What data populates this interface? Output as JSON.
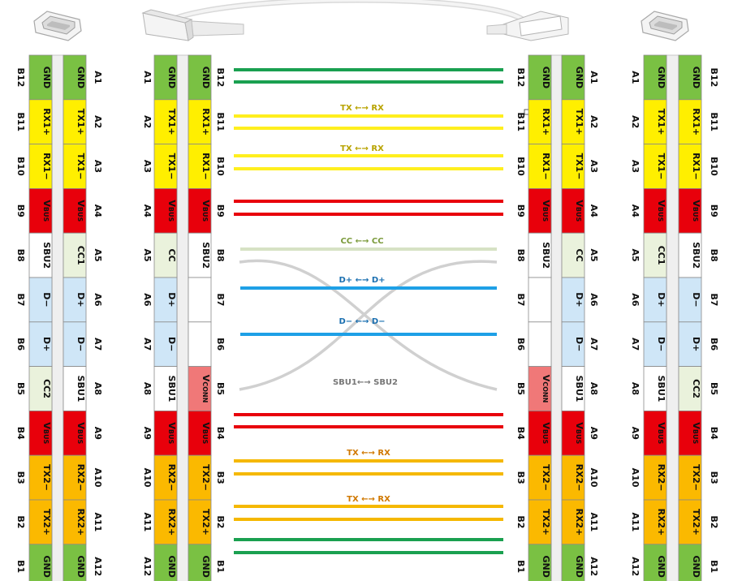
{
  "connectors": [
    {
      "id": "left-port",
      "left_labels": [
        "B12",
        "B11",
        "B10",
        "B9",
        "B8",
        "B7",
        "B6",
        "B5",
        "B4",
        "B3",
        "B2",
        "B1"
      ],
      "col_a": [
        "GND",
        "RX1+",
        "RX1−",
        "VBUS",
        "SBU2",
        "D−",
        "D+",
        "CC2",
        "VBUS",
        "TX2−",
        "TX2+",
        "GND"
      ],
      "col_b": [
        "GND",
        "TX1+",
        "TX1−",
        "VBUS",
        "CC1",
        "D+",
        "D−",
        "SBU1",
        "VBUS",
        "RX2−",
        "RX2+",
        "GND"
      ],
      "right_labels": [
        "A1",
        "A2",
        "A3",
        "A4",
        "A5",
        "A6",
        "A7",
        "A8",
        "A9",
        "A10",
        "A11",
        "A12"
      ]
    },
    {
      "id": "cable-left-plug",
      "left_labels": [
        "A1",
        "A2",
        "A3",
        "A4",
        "A5",
        "A6",
        "A7",
        "A8",
        "A9",
        "A10",
        "A11",
        "A12"
      ],
      "col_a": [
        "GND",
        "TX1+",
        "TX1−",
        "VBUS",
        "CC",
        "D+",
        "D−",
        "SBU1",
        "VBUS",
        "RX2−",
        "RX2+",
        "GND"
      ],
      "col_b": [
        "GND",
        "RX1+",
        "RX1−",
        "VBUS",
        "SBU2",
        "",
        "",
        "VCONN",
        "VBUS",
        "TX2−",
        "TX2+",
        "GND"
      ],
      "right_labels": [
        "B12",
        "B11",
        "B10",
        "B9",
        "B8",
        "B7",
        "B6",
        "B5",
        "B4",
        "B3",
        "B2",
        "B1"
      ]
    },
    {
      "id": "cable-right-plug",
      "left_labels": [
        "B12",
        "B11",
        "B10",
        "B9",
        "B8",
        "B7",
        "B6",
        "B5",
        "B4",
        "B3",
        "B2",
        "B1"
      ],
      "col_a": [
        "GND",
        "RX1+",
        "RX1−",
        "VBUS",
        "SBU2",
        "",
        "",
        "VCONN",
        "VBUS",
        "TX2−",
        "TX2+",
        "GND"
      ],
      "col_b": [
        "GND",
        "TX1+",
        "TX1−",
        "VBUS",
        "CC",
        "D+",
        "D−",
        "SBU1",
        "VBUS",
        "RX2−",
        "RX2+",
        "GND"
      ],
      "right_labels": [
        "A1",
        "A2",
        "A3",
        "A4",
        "A5",
        "A6",
        "A7",
        "A8",
        "A9",
        "A10",
        "A11",
        "A12"
      ]
    },
    {
      "id": "right-port",
      "left_labels": [
        "A1",
        "A2",
        "A3",
        "A4",
        "A5",
        "A6",
        "A7",
        "A8",
        "A9",
        "A10",
        "A11",
        "A12"
      ],
      "col_a": [
        "GND",
        "TX1+",
        "TX1−",
        "VBUS",
        "CC1",
        "D+",
        "D−",
        "SBU1",
        "VBUS",
        "RX2−",
        "RX2+",
        "GND"
      ],
      "col_b": [
        "GND",
        "RX1+",
        "RX1−",
        "VBUS",
        "SBU2",
        "D−",
        "D+",
        "CC2",
        "VBUS",
        "TX2−",
        "TX2+",
        "GND"
      ],
      "right_labels": [
        "B12",
        "B11",
        "B10",
        "B9",
        "B8",
        "B7",
        "B6",
        "B5",
        "B4",
        "B3",
        "B2",
        "B1"
      ]
    }
  ],
  "signal_labels": {
    "tx_rx_1": "TX ←→ RX",
    "tx_rx_2": "TX ←→ RX",
    "cc_cc": "CC ←→ CC",
    "dp_dp": "D+ ←→ D+",
    "dm_dm": "D− ←→ D−",
    "sbu": "SBU1←→ SBU2",
    "tx_rx_3": "TX ←→ RX",
    "tx_rx_4": "TX ←→ RX"
  },
  "colors": {
    "gnd": "#7ac143",
    "tx1": "#ffef00",
    "vbus": "#e8000b",
    "cc": "#eaf2dc",
    "sbu": "#ffffff",
    "data": "#cfe6f7",
    "vconn": "#f07878",
    "tx2": "#fbb900",
    "wire_gnd": "#1aa050",
    "wire_tx1": "#ffef1e",
    "wire_vbus": "#e8000b",
    "wire_cc": "#d6e2c4",
    "wire_data": "#1ea0e6",
    "wire_sbu": "#cccccc",
    "wire_tx2": "#f5b800",
    "text_tx1": "#b8a300",
    "text_cc": "#7a9a3a",
    "text_data": "#1a6fb0",
    "text_sbu": "#777777",
    "text_tx2": "#d07800"
  }
}
